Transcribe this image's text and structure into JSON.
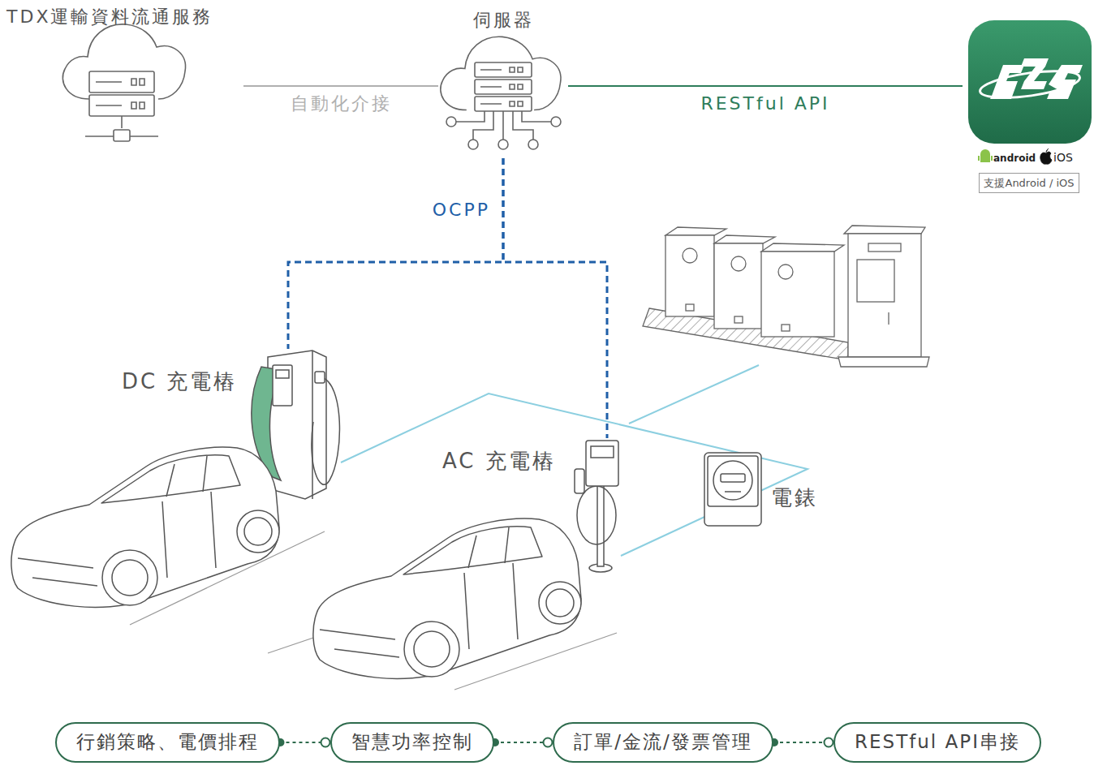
{
  "diagram": {
    "nodes": [
      {
        "text": [
          "TDX運輸資料流通服務"
        ]
      },
      {
        "text": [
          "伺服器"
        ]
      },
      {
        "text": [
          "android",
          "iOS"
        ]
      },
      {
        "text": [
          "支援Android / iOS"
        ],
        "in": 2
      },
      {
        "text": [
          "DC 充電樁"
        ]
      },
      {
        "text": [
          "AC 充電樁"
        ]
      },
      {
        "text": [
          "電錶"
        ]
      },
      {
        "text": [
          "行銷策略、電價排程"
        ]
      },
      {
        "text": [
          "智慧功率控制"
        ]
      },
      {
        "text": [
          "訂單/金流/發票管理"
        ]
      },
      {
        "text": [
          "RESTful API串接"
        ]
      }
    ],
    "edges": [
      {
        "from": 0,
        "to": 1,
        "label": "自動化介接",
        "arrow": "none"
      },
      {
        "from": 1,
        "to": 2,
        "label": "RESTful API",
        "arrow": "none"
      },
      {
        "from": 1,
        "to": 4,
        "label": "OCPP",
        "arrow": "none"
      },
      {
        "from": 1,
        "to": 5,
        "arrow": "none"
      },
      {
        "from": 7,
        "to": 8,
        "arrow": "none"
      },
      {
        "from": 8,
        "to": 9,
        "arrow": "none"
      },
      {
        "from": 9,
        "to": 10,
        "arrow": "none"
      }
    ]
  }
}
